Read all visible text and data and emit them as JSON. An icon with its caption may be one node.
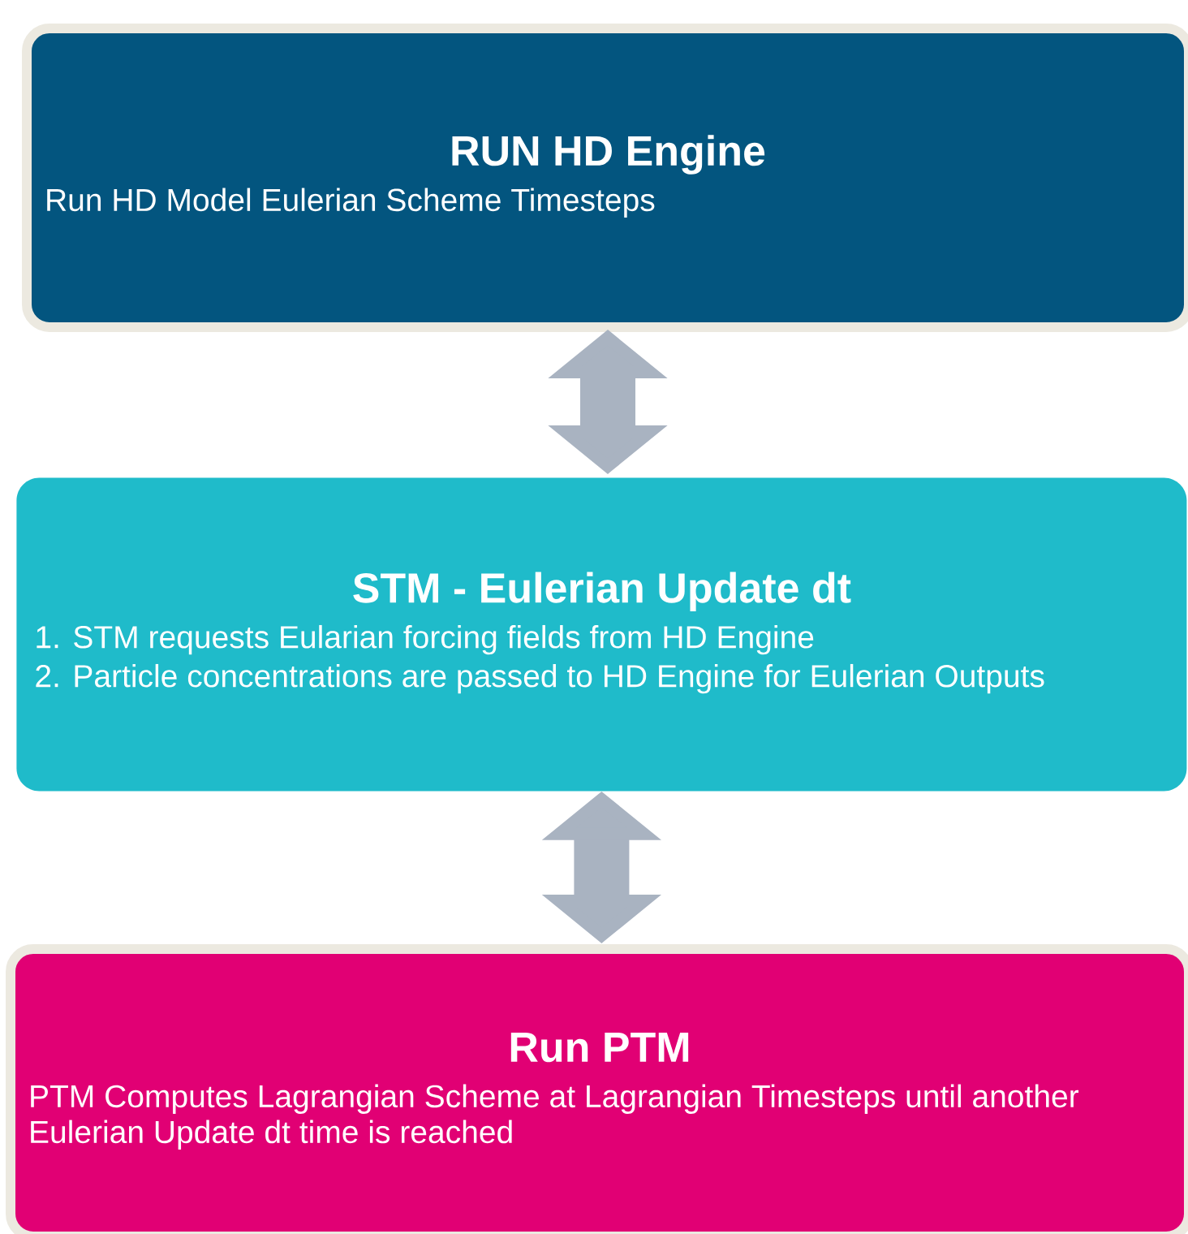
{
  "diagram": {
    "nodes": [
      {
        "text": [
          "RUN HD Engine",
          "Run HD Model Eulerian Scheme Timesteps"
        ]
      },
      {
        "text": [
          "STM - Eulerian Update dt",
          "1. STM requests Eularian forcing fields from HD Engine",
          "2. Particle concentrations are passed to HD Engine for Eulerian Outputs"
        ]
      },
      {
        "text": [
          "Run PTM",
          "PTM Computes Lagrangian Scheme at Lagrangian Timesteps until another Eulerian Update dt time is reached"
        ]
      }
    ],
    "edges": [
      {
        "from": 0,
        "to": 1,
        "arrow": "both"
      },
      {
        "from": 1,
        "to": 2,
        "arrow": "both"
      }
    ]
  }
}
